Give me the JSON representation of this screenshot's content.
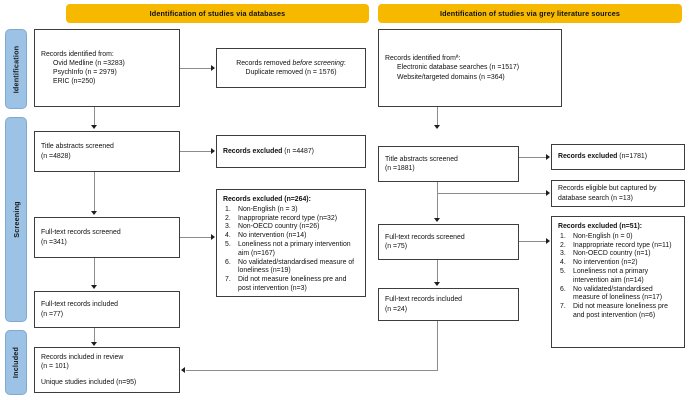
{
  "diagram": {
    "title": "PRISMA flow diagram",
    "colors": {
      "header": "#F7B800",
      "tab": "#9CC3E5",
      "box_border": "#3d3d3d",
      "connector": "#8d8d8d"
    }
  },
  "headers": {
    "databases": "Identification of studies via databases",
    "grey": "Identification of studies via grey literature sources"
  },
  "tabs": [
    {
      "label": "Identification"
    },
    {
      "label": "Screening"
    },
    {
      "label": "Included"
    }
  ],
  "left": {
    "identified": {
      "line1": "Records identified from:",
      "items": [
        "Ovid Medline (n =3283)",
        "PsychInfo (n = 2979)",
        "ERIC (n=250)"
      ]
    },
    "removed": {
      "line1_a": "Records removed ",
      "line1_i": "before screening",
      "line1_b": ":",
      "line2": "Duplicate removed (n = 1576)"
    },
    "title_screened": {
      "line1": "Title abstracts screened",
      "line2": "(n =4828)"
    },
    "excluded_titles": {
      "bold": "Records excluded",
      "rest": " (n =4487)"
    },
    "fulltext_screened": {
      "line1": "Full-text records screened",
      "line2": "(n =341)"
    },
    "excluded_full": {
      "heading_bold": "Records excluded",
      "heading_rest": " (n=264):",
      "items": [
        "Non-English (n = 3)",
        "Inappropriate record type (n=32)",
        "Non-OECD country (n=26)",
        "No intervention (n=14)",
        "Loneliness not a primary intervention aim (n=167)",
        "No validated/standardised measure of loneliness (n=19)",
        "Did not measure loneliness pre and post intervention (n=3)"
      ]
    },
    "fulltext_included": {
      "line1": "Full-text records included",
      "line2": "(n =77)"
    },
    "final": {
      "line1": "Records included in review",
      "line2": "(n = 101)",
      "line3": "Unique studies included (n=95)"
    }
  },
  "right": {
    "identified": {
      "line1": "Records identified fromª:",
      "items": [
        "Electronic database searches (n =1517)",
        "Website/targeted domains (n =364)"
      ]
    },
    "title_screened": {
      "line1": "Title abstracts screened",
      "line2": "(n =1881)"
    },
    "excluded_titles": {
      "bold": "Records excluded",
      "rest": " (n=1781)"
    },
    "eligible_captured": {
      "line1": "Records eligible but captured by",
      "line2": "database search (n =13)"
    },
    "fulltext_screened": {
      "line1": "Full-text records screened",
      "line2": "(n =75)"
    },
    "excluded_full": {
      "heading_bold": "Records excluded",
      "heading_rest": " (n=51):",
      "items": [
        "Non-English (n = 0)",
        "Inappropriate record type (n=11)",
        "Non-OECD country (n=1)",
        "No intervention (n=2)",
        "Loneliness not a primary intervention aim (n=14)",
        "No validated/standardised measure of loneliness (n=17)",
        "Did not measure loneliness pre and post intervention (n=6)"
      ]
    },
    "fulltext_included": {
      "line1": "Full-text records included",
      "line2": "(n =24)"
    }
  }
}
